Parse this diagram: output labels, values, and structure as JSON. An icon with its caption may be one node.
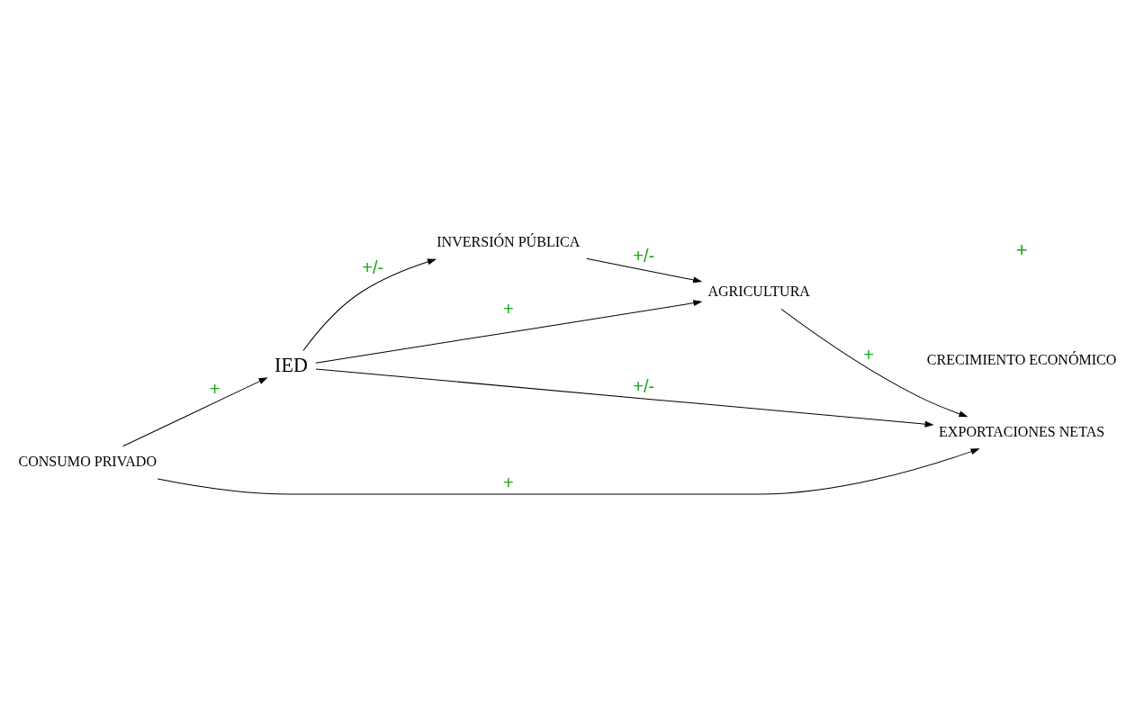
{
  "diagram": {
    "nodes": [
      {
        "text": [
          "IED"
        ]
      },
      {
        "text": [
          "AGRICULTURA"
        ]
      },
      {
        "text": [
          "EXPORTACIONES NETAS"
        ]
      },
      {
        "text": [
          "INVERSIÓN PÚBLICA"
        ]
      },
      {
        "text": [
          "CONSUMO PRIVADO"
        ]
      }
    ],
    "edges": [
      {
        "from": 0,
        "to": 1,
        "arrow": "to",
        "label": "+"
      },
      {
        "from": 0,
        "to": 2,
        "arrow": "to",
        "label": "+/-"
      },
      {
        "from": 0,
        "to": 3,
        "arrow": "to",
        "label": "+/-"
      },
      {
        "from": 4,
        "to": 0,
        "arrow": "to",
        "label": "+"
      },
      {
        "from": 1,
        "to": 2,
        "arrow": "to",
        "label": "+"
      },
      {
        "from": 3,
        "to": 1,
        "arrow": "to",
        "label": "+/-"
      },
      {
        "from": 4,
        "to": 2,
        "arrow": "to",
        "label": "+"
      }
    ],
    "labels": [
      "+",
      "CRECIMIENTO ECONÓMICO"
    ]
  }
}
